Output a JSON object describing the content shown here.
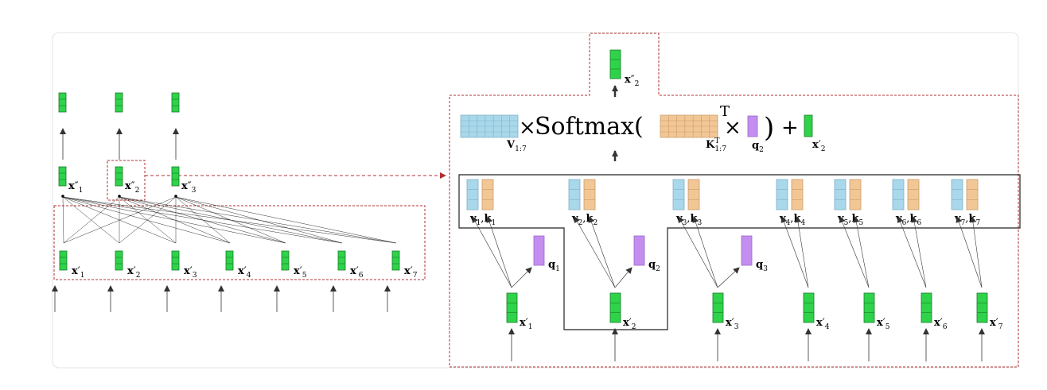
{
  "colors": {
    "green": "#2fd34a",
    "green_stroke": "#1a7a2a",
    "blue": "#a8d8ea",
    "orange": "#f2c796",
    "purple": "#c48ef0",
    "red_dash": "#b03030",
    "frame": "#dddddd",
    "line": "#333333"
  },
  "left": {
    "top_outputs": [
      "",
      "",
      ""
    ],
    "mid_labels": [
      {
        "base": "x",
        "prime": "″",
        "sub": "1"
      },
      {
        "base": "x",
        "prime": "″",
        "sub": "2"
      },
      {
        "base": "x",
        "prime": "″",
        "sub": "3"
      }
    ],
    "input_labels": [
      {
        "base": "x",
        "prime": "′",
        "sub": "1"
      },
      {
        "base": "x",
        "prime": "′",
        "sub": "2"
      },
      {
        "base": "x",
        "prime": "′",
        "sub": "3"
      },
      {
        "base": "x",
        "prime": "′",
        "sub": "4"
      },
      {
        "base": "x",
        "prime": "′",
        "sub": "5"
      },
      {
        "base": "x",
        "prime": "′",
        "sub": "6"
      },
      {
        "base": "x",
        "prime": "′",
        "sub": "7"
      }
    ]
  },
  "right": {
    "output_label": {
      "base": "x",
      "prime": "″",
      "sub": "2"
    },
    "formula": {
      "times1": "×",
      "softmax": "Softmax(",
      "transpose": "T",
      "times2": "×",
      "close": ")",
      "plus": "+",
      "v_label": {
        "base": "V",
        "sub": "1:7"
      },
      "k_label": {
        "base": "K",
        "sup": "T",
        "sub": "1:7"
      },
      "q_label": {
        "base": "q",
        "sub": "2"
      },
      "x_label": {
        "base": "x",
        "prime": "′",
        "sub": "2"
      }
    },
    "vk_pairs": [
      {
        "v": "v",
        "k": "k",
        "sub": "1",
        "sep": ","
      },
      {
        "v": "v",
        "k": "k",
        "sub": "2",
        "sep": ","
      },
      {
        "v": "v",
        "k": "k",
        "sub": "3",
        "sep": ","
      },
      {
        "v": "v",
        "k": "k",
        "sub": "4",
        "sep": ","
      },
      {
        "v": "v",
        "k": "k",
        "sub": "5",
        "sep": ","
      },
      {
        "v": "v",
        "k": "k",
        "sub": "6",
        "sep": ","
      },
      {
        "v": "v",
        "k": "k",
        "sub": "7",
        "sep": ","
      }
    ],
    "queries": [
      {
        "base": "q",
        "sub": "1"
      },
      {
        "base": "q",
        "sub": "2"
      },
      {
        "base": "q",
        "sub": "3"
      }
    ],
    "input_labels": [
      {
        "base": "x",
        "prime": "′",
        "sub": "1"
      },
      {
        "base": "x",
        "prime": "′",
        "sub": "2"
      },
      {
        "base": "x",
        "prime": "′",
        "sub": "3"
      },
      {
        "base": "x",
        "prime": "′",
        "sub": "4"
      },
      {
        "base": "x",
        "prime": "′",
        "sub": "5"
      },
      {
        "base": "x",
        "prime": "′",
        "sub": "6"
      },
      {
        "base": "x",
        "prime": "′",
        "sub": "7"
      }
    ]
  }
}
